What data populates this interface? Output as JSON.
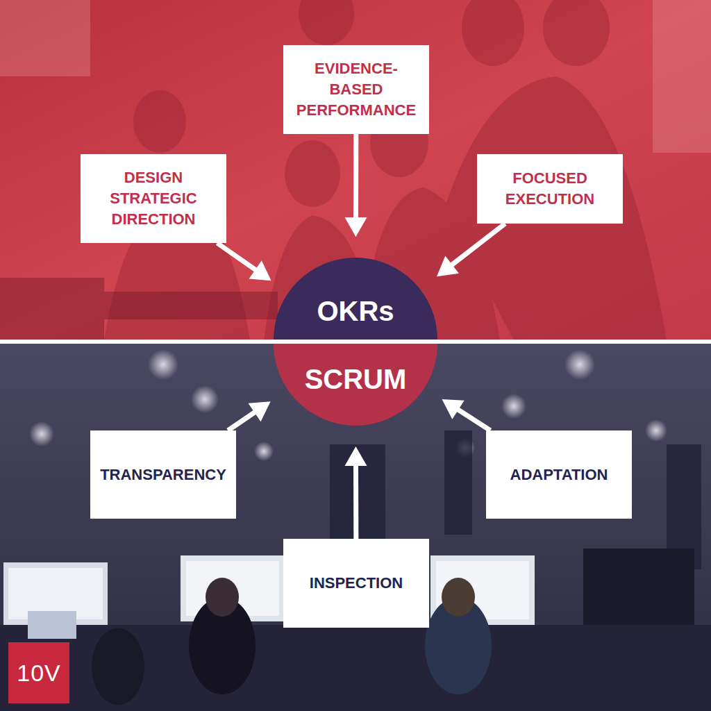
{
  "diagram": {
    "nodes": [
      {
        "text": [
          "EVIDENCE-BASED PERFORMANCE"
        ]
      },
      {
        "text": [
          "DESIGN STRATEGIC DIRECTION"
        ]
      },
      {
        "text": [
          "FOCUSED EXECUTION"
        ]
      },
      {
        "text": [
          "OKRs"
        ]
      },
      {
        "text": [
          "SCRUM"
        ]
      },
      {
        "text": [
          "TRANSPARENCY"
        ]
      },
      {
        "text": [
          "ADAPTATION"
        ]
      },
      {
        "text": [
          "INSPECTION"
        ]
      }
    ],
    "edges": [
      {
        "from": 1,
        "to": 3,
        "arrow": "to"
      },
      {
        "from": 0,
        "to": 3,
        "arrow": "to"
      },
      {
        "from": 2,
        "to": 3,
        "arrow": "to"
      },
      {
        "from": 5,
        "to": 4,
        "arrow": "to"
      },
      {
        "from": 7,
        "to": 4,
        "arrow": "to"
      },
      {
        "from": 6,
        "to": 4,
        "arrow": "to"
      }
    ],
    "labels": [
      "10V"
    ]
  }
}
